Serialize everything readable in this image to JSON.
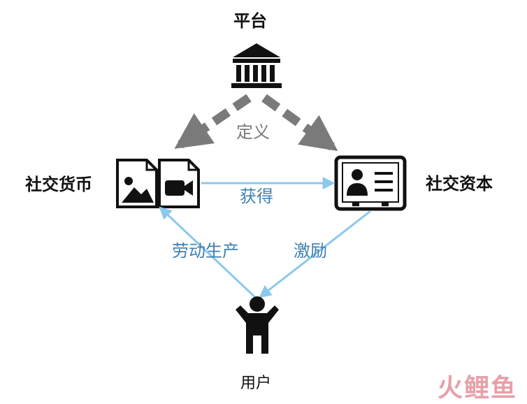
{
  "nodes": {
    "platform": "平台",
    "social_currency": "社交货币",
    "social_capital": "社交资本",
    "user": "用户"
  },
  "edges": {
    "define": "定义",
    "obtain": "获得",
    "labor": "劳动生产",
    "incentive": "激励"
  },
  "watermark": "火鲤鱼",
  "colors": {
    "dashed_arrow": "#7a7a7a",
    "flow_arrow": "#8cc8ec",
    "edge_label": "#3f7fb0",
    "icon": "#111111",
    "watermark": "#e8a0a8"
  }
}
